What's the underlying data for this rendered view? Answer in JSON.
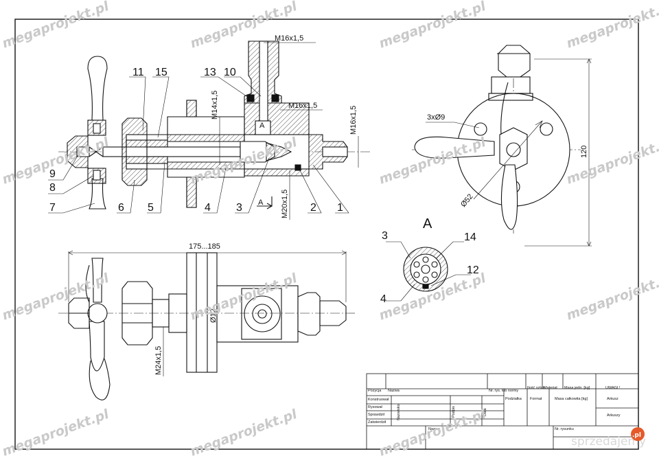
{
  "watermark": "megaprojekt.pl",
  "view_label": "A",
  "section_mark": "A",
  "dimensions": {
    "m16_top": "M16x1,5",
    "m16_side": "M16x1,5",
    "m16_right": "M16x1,5",
    "m14": "M14x1,5",
    "m20": "M20x1,5",
    "m24": "M24x1,5",
    "length": "175...185",
    "dia_12": "Ø12",
    "holes": "3xØ9",
    "dia_52": "Ø52",
    "height_120": "120"
  },
  "callouts_main": [
    "11",
    "15",
    "13",
    "10",
    "9",
    "8",
    "7",
    "6",
    "5",
    "4",
    "3",
    "2",
    "1"
  ],
  "callouts_detail": [
    "3",
    "14",
    "12",
    "4"
  ],
  "title_block": {
    "header": [
      "Pozycja",
      "Nazwa",
      "Nr. rys. lub normy",
      "Ilość sztuk",
      "Materiał",
      "Masa jedn. [kg]",
      "UWAGI !"
    ],
    "rows": [
      "Konstruował",
      "Rysował",
      "Sprawdził",
      "Zatwierdził"
    ],
    "col_nazwisko": "Nazwisko",
    "col_podpis": "Podpis",
    "col_data": "Data",
    "podzialka": "Podziałka",
    "format": "Format",
    "masa": "Masa całkowita [kg]",
    "arkusz": "Arkusz",
    "arkuszy": "Arkuszy",
    "nazwa": "Nazwa",
    "nr_rysunku": "Nr. rysunku"
  },
  "brand": {
    "name": "sprzedajemy",
    "badge": ".pl"
  }
}
